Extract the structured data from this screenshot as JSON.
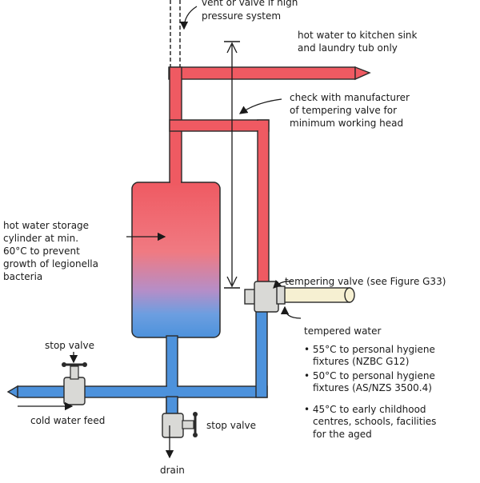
{
  "labels": {
    "vent_line1": "vent or valve if high",
    "vent_line2": "pressure system",
    "hot_line1": "hot water to kitchen sink",
    "hot_line2": "and laundry tub only",
    "check_line1": "check with manufacturer",
    "check_line2": "of tempering valve for",
    "check_line3": "minimum working head",
    "cyl_line1": "hot water storage",
    "cyl_line2": "cylinder at min.",
    "cyl_line3": "60°C to prevent",
    "cyl_line4": "growth of legionella",
    "cyl_line5": "bacteria",
    "tempering_valve": "tempering valve (see Figure G33)",
    "tempered_title": "tempered water",
    "bullet1_line1": "• 55°C to personal hygiene",
    "bullet1_line2": "fixtures (NZBC G12)",
    "bullet2_line1": "• 50°C to personal hygiene",
    "bullet2_line2": "fixtures (AS/NZS 3500.4)",
    "bullet3_line1": "• 45°C to early childhood",
    "bullet3_line2": "centres, schools, facilities",
    "bullet3_line3": "for the aged",
    "stop_valve_left": "stop valve",
    "stop_valve_bottom": "stop valve",
    "cold_feed": "cold water feed",
    "drain": "drain"
  },
  "colors": {
    "hot": "#ef5a62",
    "hot_light": "#f59aa0",
    "cold": "#4d92dc",
    "tempered": "#f6f0d2",
    "valve_body": "#d9d9d6",
    "outline": "#2a2a2a"
  }
}
